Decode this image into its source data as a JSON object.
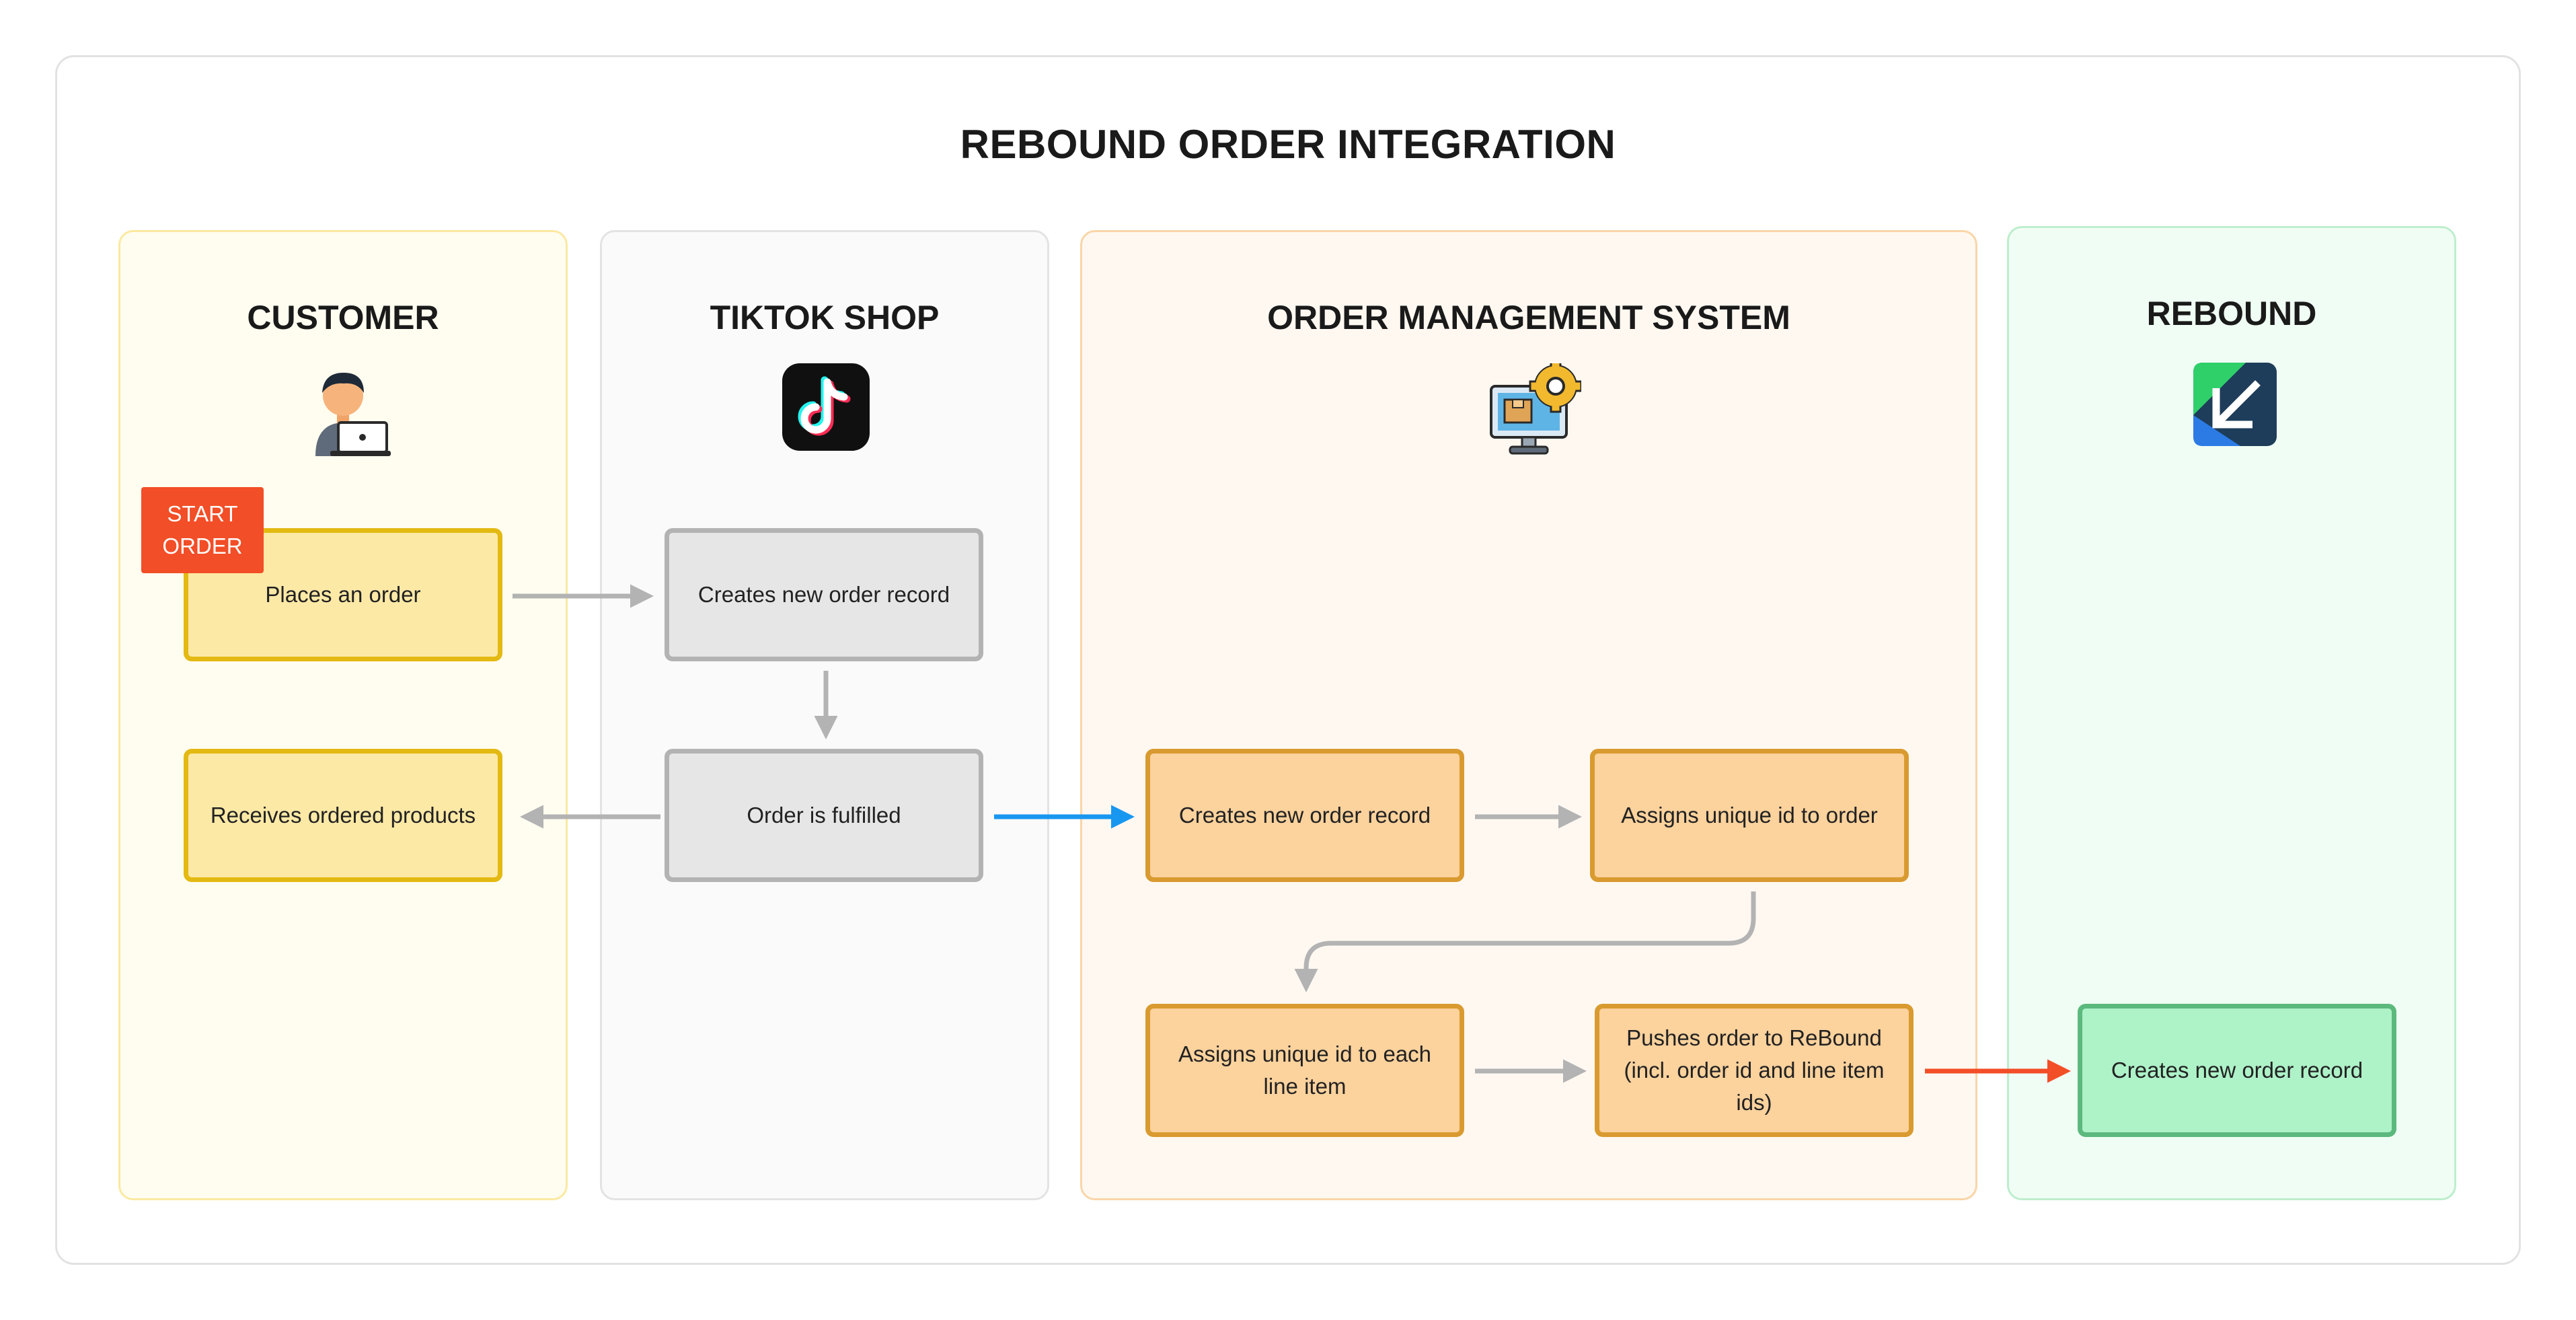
{
  "title": "REBOUND ORDER INTEGRATION",
  "lanes": [
    {
      "title": "CUSTOMER",
      "icon": "customer-laptop-icon"
    },
    {
      "title": "TIKTOK SHOP",
      "icon": "tiktok-icon"
    },
    {
      "title": "ORDER MANAGEMENT SYSTEM",
      "icon": "computer-gear-icon"
    },
    {
      "title": "REBOUND",
      "icon": "rebound-logo-icon"
    }
  ],
  "start_badge": {
    "line1": "START",
    "line2": "ORDER"
  },
  "nodes": {
    "places_order": "Places an order",
    "receives_products": "Receives ordered products",
    "tiktok_create_record": "Creates new order record",
    "order_fulfilled": "Order is fulfilled",
    "oms_create_record": "Creates new order record",
    "assign_order_id": "Assigns unique id to order",
    "assign_line_ids": [
      "Assigns unique id to each",
      "line item"
    ],
    "push_order": [
      "Pushes order to ReBound",
      "(incl. order id and line item",
      "ids)"
    ],
    "rebound_create_record": "Creates new order record"
  },
  "colors": {
    "customer_lane_bg": "#fffdf0",
    "customer_lane_border": "#fbe9a0",
    "tiktok_lane_bg": "#fafafa",
    "tiktok_lane_border": "#e3e3e3",
    "oms_lane_bg": "#fff8f1",
    "oms_lane_border": "#f9d5a8",
    "rebound_lane_bg": "#f0fdf4",
    "rebound_lane_border": "#bdeecd",
    "arrow_gray": "#b3b3b3",
    "arrow_blue": "#1897f0",
    "arrow_red": "#f24e27",
    "badge": "#f24e27"
  }
}
